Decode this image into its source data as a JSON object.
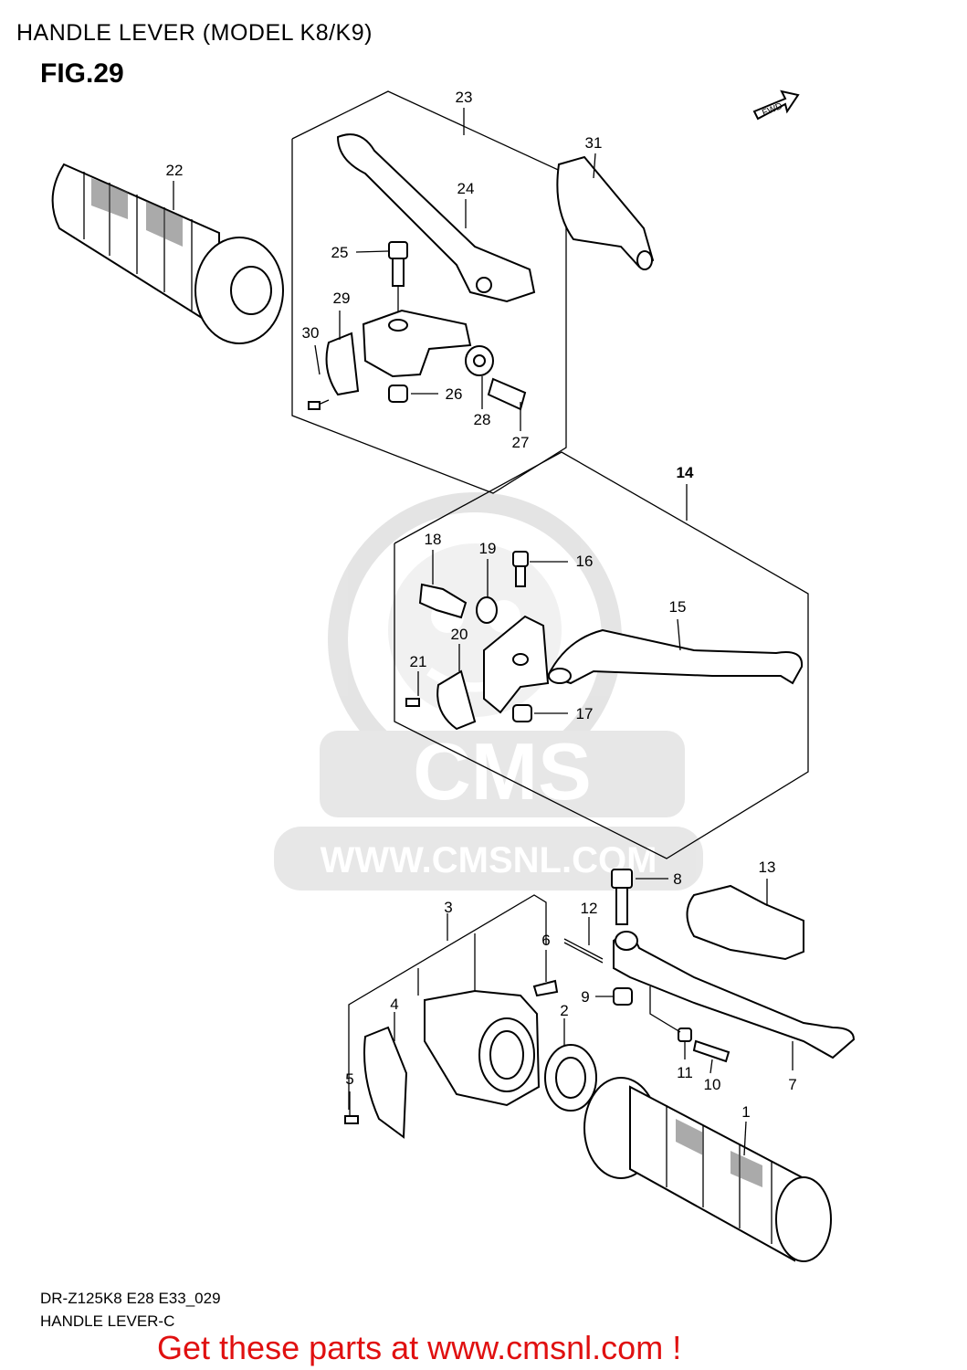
{
  "header": {
    "title": "HANDLE LEVER (MODEL K8/K9)",
    "figure": "FIG.29"
  },
  "watermark": {
    "text": "WWW.CMSNL.COM",
    "logo_text": "CMS"
  },
  "fwd_arrow": {
    "label": "FWD"
  },
  "callouts": {
    "p1": "1",
    "p2": "2",
    "p3": "3",
    "p4": "4",
    "p5": "5",
    "p6": "6",
    "p7": "7",
    "p8": "8",
    "p9": "9",
    "p10": "10",
    "p11": "11",
    "p12": "12",
    "p13": "13",
    "p14": "14",
    "p15": "15",
    "p16": "16",
    "p17": "17",
    "p18": "18",
    "p19": "19",
    "p20": "20",
    "p21": "21",
    "p22": "22",
    "p23": "23",
    "p24": "24",
    "p25": "25",
    "p26": "26",
    "p27": "27",
    "p28": "28",
    "p29": "29",
    "p30": "30",
    "p31": "31"
  },
  "footer": {
    "code": "DR-Z125K8 E28 E33_029",
    "name": "HANDLE LEVER-C",
    "promo": "Get these parts at www.cmsnl.com !"
  },
  "colors": {
    "promo": "#e01010",
    "watermark": "#d8d8d8",
    "line": "#000000"
  }
}
